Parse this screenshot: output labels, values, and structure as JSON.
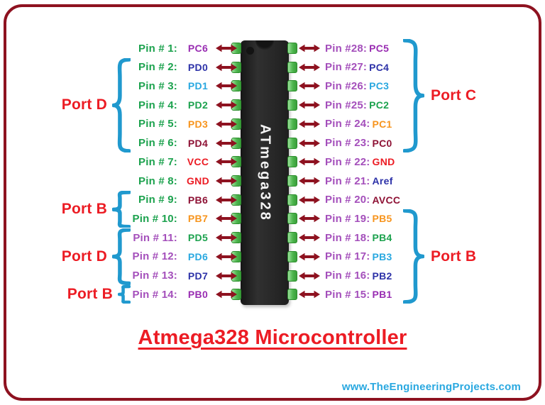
{
  "title": "Atmega328 Microcontroller",
  "watermark": "www.TheEngineeringProjects.com",
  "chip": {
    "label": "ATmega328"
  },
  "colors": {
    "green": "#1CA24E",
    "purple": "#A44FBB",
    "violet": "#992DB2",
    "indigo": "#2D32A8",
    "lightblue": "#29A8E0",
    "orange": "#F7941D",
    "maroon": "#8E1235",
    "red": "#EC1C24",
    "arrow": "#8E1220",
    "brace_teal": "#2099CE",
    "port_label_red": "#EC1C24",
    "border_maroon": "#8E1220",
    "pad_green": "#4DB54D",
    "chip_black": "#262626"
  },
  "pins": {
    "left": [
      {
        "label": "Pin # 1:",
        "label_color": "green",
        "name": "PC6",
        "name_color": "violet"
      },
      {
        "label": "Pin # 2:",
        "label_color": "green",
        "name": "PD0",
        "name_color": "indigo"
      },
      {
        "label": "Pin # 3:",
        "label_color": "green",
        "name": "PD1",
        "name_color": "lightblue"
      },
      {
        "label": "Pin # 4:",
        "label_color": "green",
        "name": "PD2",
        "name_color": "green"
      },
      {
        "label": "Pin # 5:",
        "label_color": "green",
        "name": "PD3",
        "name_color": "orange"
      },
      {
        "label": "Pin # 6:",
        "label_color": "green",
        "name": "PD4",
        "name_color": "maroon"
      },
      {
        "label": "Pin # 7:",
        "label_color": "green",
        "name": "VCC",
        "name_color": "red"
      },
      {
        "label": "Pin # 8:",
        "label_color": "green",
        "name": "GND",
        "name_color": "red"
      },
      {
        "label": "Pin # 9:",
        "label_color": "green",
        "name": "PB6",
        "name_color": "maroon"
      },
      {
        "label": "Pin # 10:",
        "label_color": "green",
        "name": "PB7",
        "name_color": "orange"
      },
      {
        "label": "Pin # 11:",
        "label_color": "purple",
        "name": "PD5",
        "name_color": "green"
      },
      {
        "label": "Pin # 12:",
        "label_color": "purple",
        "name": "PD6",
        "name_color": "lightblue"
      },
      {
        "label": "Pin # 13:",
        "label_color": "purple",
        "name": "PD7",
        "name_color": "indigo"
      },
      {
        "label": "Pin # 14:",
        "label_color": "purple",
        "name": "PB0",
        "name_color": "violet"
      }
    ],
    "right": [
      {
        "label": "Pin #28:",
        "label_color": "purple",
        "name": "PC5",
        "name_color": "violet"
      },
      {
        "label": "Pin #27:",
        "label_color": "purple",
        "name": "PC4",
        "name_color": "indigo"
      },
      {
        "label": "Pin #26:",
        "label_color": "purple",
        "name": "PC3",
        "name_color": "lightblue"
      },
      {
        "label": "Pin #25:",
        "label_color": "purple",
        "name": "PC2",
        "name_color": "green"
      },
      {
        "label": "Pin # 24:",
        "label_color": "purple",
        "name": "PC1",
        "name_color": "orange"
      },
      {
        "label": "Pin # 23:",
        "label_color": "purple",
        "name": "PC0",
        "name_color": "maroon"
      },
      {
        "label": "Pin # 22:",
        "label_color": "purple",
        "name": "GND",
        "name_color": "red"
      },
      {
        "label": "Pin # 21:",
        "label_color": "purple",
        "name": "Aref",
        "name_color": "indigo"
      },
      {
        "label": "Pin # 20:",
        "label_color": "purple",
        "name": "AVCC",
        "name_color": "maroon"
      },
      {
        "label": "Pin # 19:",
        "label_color": "purple",
        "name": "PB5",
        "name_color": "orange"
      },
      {
        "label": "Pin # 18:",
        "label_color": "purple",
        "name": "PB4",
        "name_color": "green"
      },
      {
        "label": "Pin # 17:",
        "label_color": "purple",
        "name": "PB3",
        "name_color": "lightblue"
      },
      {
        "label": "Pin # 16:",
        "label_color": "purple",
        "name": "PB2",
        "name_color": "indigo"
      },
      {
        "label": "Pin # 15:",
        "label_color": "purple",
        "name": "PB1",
        "name_color": "violet"
      }
    ]
  },
  "ports": [
    {
      "label": "Port D",
      "side": "left",
      "from_pin": 2,
      "to_pin": 6
    },
    {
      "label": "Port B",
      "side": "left",
      "from_pin": 9,
      "to_pin": 10
    },
    {
      "label": "Port D",
      "side": "left",
      "from_pin": 11,
      "to_pin": 13
    },
    {
      "label": "Port B",
      "side": "left",
      "from_pin": 14,
      "to_pin": 14
    },
    {
      "label": "Port C",
      "side": "right",
      "from_pin": 28,
      "to_pin": 23
    },
    {
      "label": "Port B",
      "side": "right",
      "from_pin": 19,
      "to_pin": 15
    }
  ]
}
